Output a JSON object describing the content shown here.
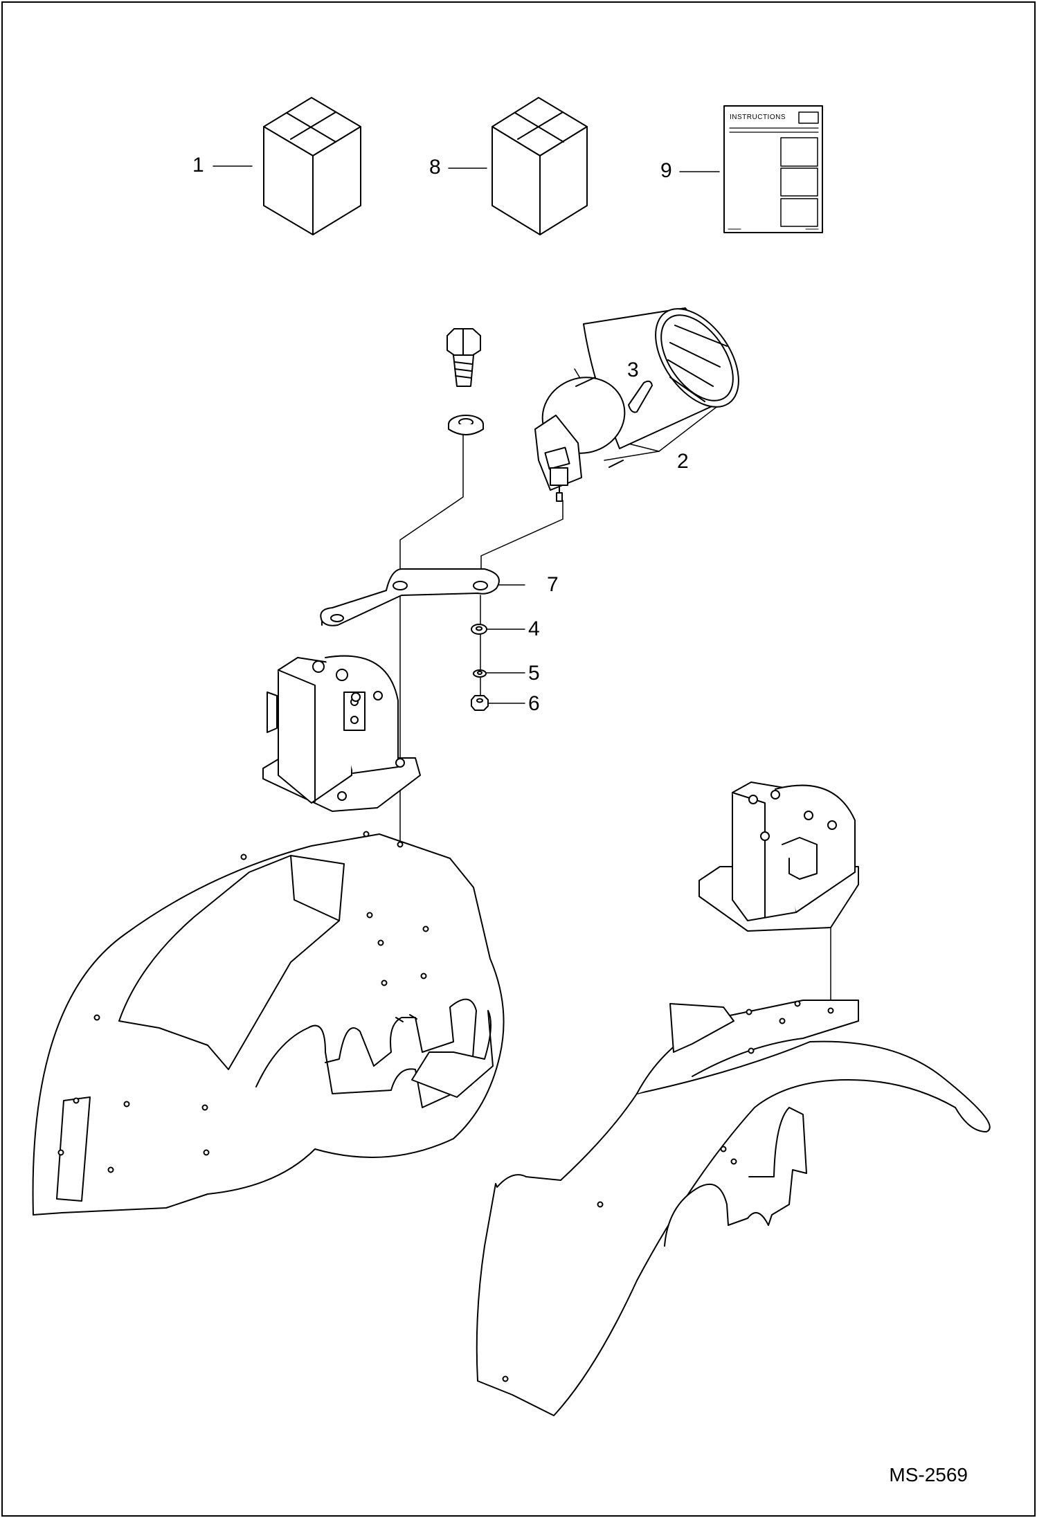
{
  "drawing_id": "MS-2569",
  "instructions_label": "INSTRUCTIONS",
  "callouts": [
    "1",
    "2",
    "3",
    "4",
    "5",
    "6",
    "7",
    "8",
    "9"
  ],
  "parts": {
    "box_a": "box-icon",
    "box_b": "box-icon",
    "manual": "instruction-sheet-icon",
    "bolt": "bolt-icon",
    "light": "work-light-icon",
    "bracket": "mounting-bracket-icon",
    "washer": "washer-icon",
    "lockwasher": "lock-washer-icon",
    "nut": "nut-icon",
    "fender_left": "left-fender-icon",
    "fender_right": "right-fender-icon"
  },
  "colors": {
    "line": "#000000",
    "background": "#ffffff"
  }
}
